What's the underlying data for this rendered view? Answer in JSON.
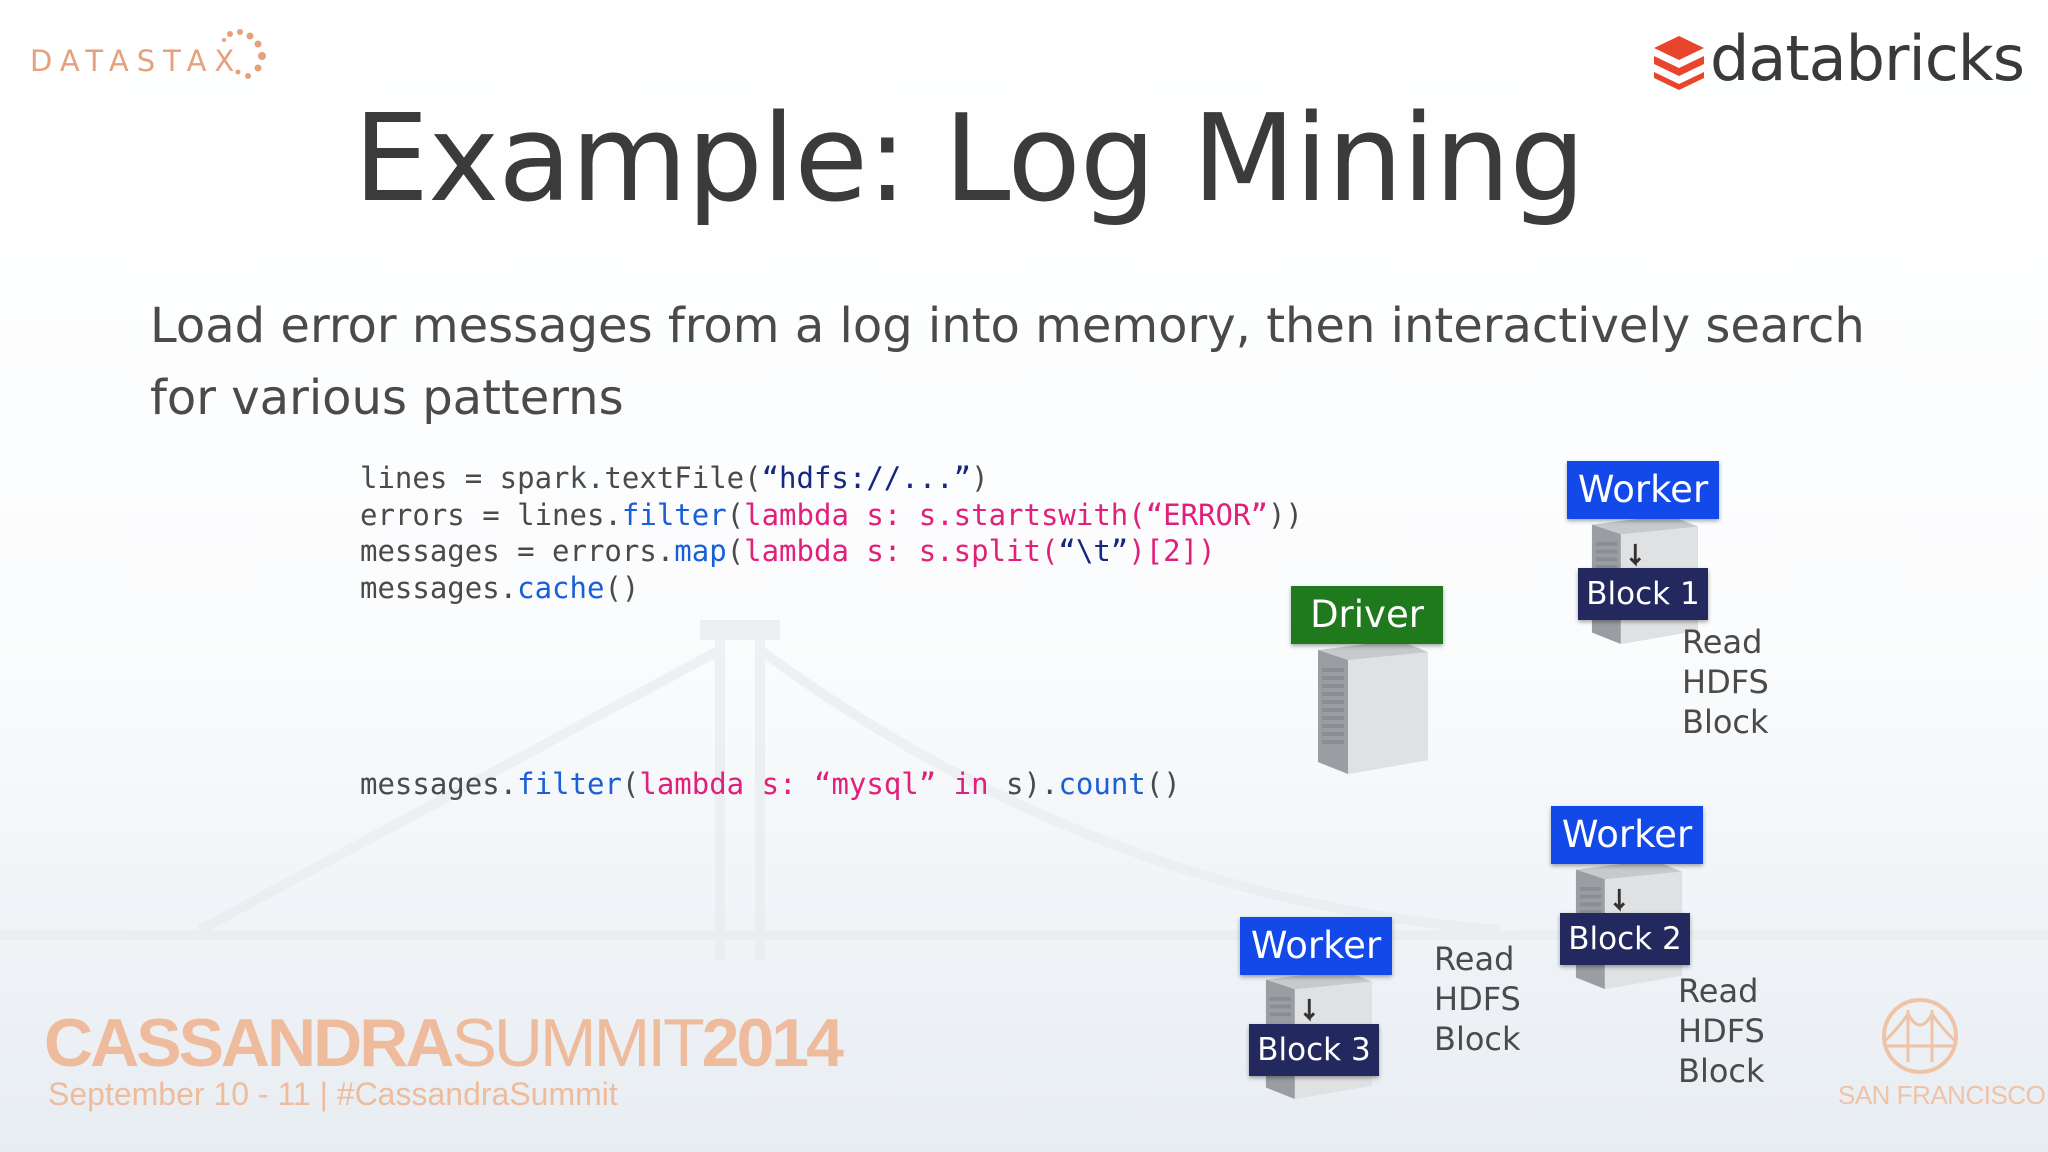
{
  "slide": {
    "title": "Example: Log Mining",
    "subtitle": "Load error messages from a log into memory, then interactively search for various patterns"
  },
  "logos": {
    "datastax": "DATASTAX",
    "databricks": "databricks"
  },
  "code": {
    "line1": {
      "a": "lines = spark.textFile(",
      "b": "“hdfs://...”",
      "c": ")"
    },
    "line2": {
      "a": "errors = lines.",
      "k": "filter",
      "b": "(",
      "s": "lambda s: s.startswith(",
      "q": "“ERROR”",
      "c": "))"
    },
    "line3": {
      "a": "messages = errors.",
      "k": "map",
      "b": "(",
      "s": "lambda s: s.split(",
      "q": "“\\t”",
      "c": ")[2])"
    },
    "line4": {
      "a": "messages.",
      "k": "cache",
      "c": "()"
    },
    "line5": {
      "a": "messages.",
      "k": "filter",
      "b": "(",
      "s1": "lambda s: ",
      "q": "“mysql”",
      "s2": " in ",
      "c1": "s).",
      "k2": "count",
      "c2": "()"
    }
  },
  "cluster": {
    "driver_label": "Driver",
    "workers": [
      {
        "label": "Worker",
        "block": "Block 1",
        "note": "Read\nHDFS\nBlock"
      },
      {
        "label": "Worker",
        "block": "Block 2",
        "note": "Read\nHDFS\nBlock"
      },
      {
        "label": "Worker",
        "block": "Block 3",
        "note": "Read\nHDFS\nBlock"
      }
    ]
  },
  "footer": {
    "summit_bold1": "CASSANDRA",
    "summit_thin": "SUMMIT",
    "summit_bold2": "2014",
    "summit_sub": "September 10 - 11  |  #CassandraSummit",
    "city": "SAN FRANCISCO"
  },
  "colors": {
    "worker": "#1249e8",
    "driver": "#1e7a1c",
    "block": "#23295e",
    "code_keyword": "#1a5fd6",
    "code_lambda": "#e0207a",
    "code_string": "#16277f",
    "summit_accent": "#eebc9c"
  }
}
